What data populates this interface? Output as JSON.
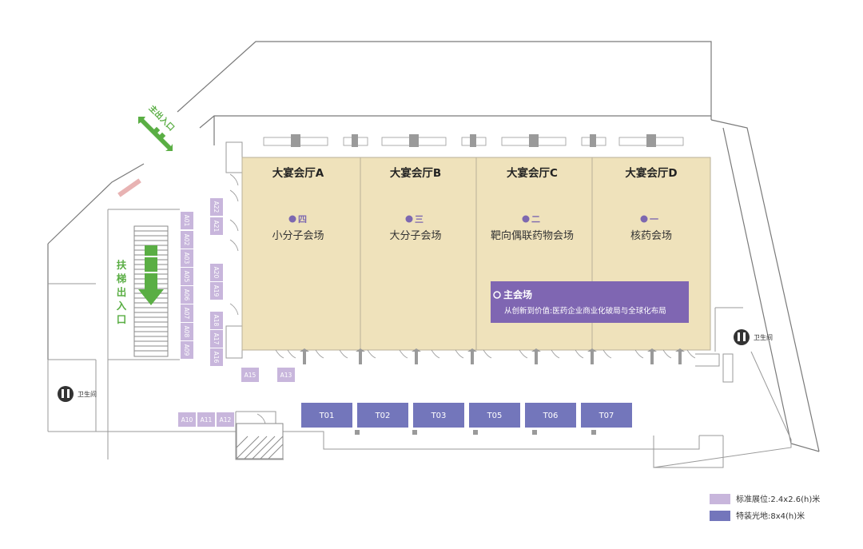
{
  "halls": [
    {
      "name": "大宴会厅A",
      "venue_num": "四",
      "venue_name": "小分子会场"
    },
    {
      "name": "大宴会厅B",
      "venue_num": "三",
      "venue_name": "大分子会场"
    },
    {
      "name": "大宴会厅C",
      "venue_num": "二",
      "venue_name": "靶向偶联药物会场"
    },
    {
      "name": "大宴会厅D",
      "venue_num": "一",
      "venue_name": "核药会场"
    }
  ],
  "main_venue": {
    "title": "主会场",
    "subtitle": "从创新到价值:医药企业商业化破局与全球化布局"
  },
  "entrance": {
    "label": "主出入口"
  },
  "escalator": {
    "label_chars": [
      "扶",
      "梯",
      "出",
      "入",
      "口"
    ]
  },
  "restroom": {
    "label": "卫生间"
  },
  "booths_a": [
    "A01",
    "A02",
    "A03",
    "A05",
    "A06",
    "A07",
    "A08",
    "A09",
    "A10",
    "A11",
    "A12",
    "A13",
    "A15",
    "A16",
    "A17",
    "A18",
    "A19",
    "A20",
    "A21",
    "A22"
  ],
  "booths_t": [
    "T01",
    "T02",
    "T03",
    "T05",
    "T06",
    "T07"
  ],
  "legend": [
    {
      "label": "标准展位:2.4x2.6(h)米",
      "color": "#c8b6dc"
    },
    {
      "label": "特装光地:8x4(h)米",
      "color": "#7376bb"
    }
  ],
  "colors": {
    "hall": "#efe2bb",
    "booth_standard": "#c8b6dc",
    "booth_special": "#7376bb",
    "main_venue": "#7f66b2",
    "green": "#5aae44"
  }
}
